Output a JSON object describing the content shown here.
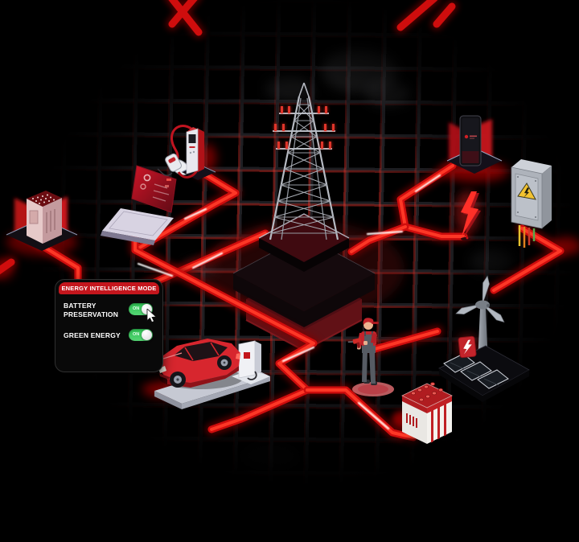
{
  "panel": {
    "header": "ENERGY INTELLIGENCE MODE",
    "toggles": [
      {
        "label": "BATTERY PRESERVATION",
        "state": "ON",
        "enabled": true
      },
      {
        "label": "GREEN ENERGY",
        "state": "ON",
        "enabled": true
      }
    ]
  },
  "colors": {
    "background": "#000000",
    "energy_line_red": "#cf0d0d",
    "energy_line_hot": "#ff3a28",
    "panel_header_red": "#c4161d",
    "panel_background": "#090909",
    "toggle_green": "#3ecb60",
    "grid_line": "#1f1f23",
    "warning_yellow": "#f2c230"
  },
  "diagram": {
    "type": "isometric-energy-network",
    "nodes": [
      {
        "id": "transmission-tower",
        "description": "lattice power pylon on layered dark-red platform, center"
      },
      {
        "id": "smart-meter-unit",
        "description": "red smart meter box with keypad on platform, top left"
      },
      {
        "id": "laptop-dashboard",
        "description": "laptop with red analytics screen and white mouse"
      },
      {
        "id": "ev-fast-charger",
        "description": "red/white charging column with cable and plug"
      },
      {
        "id": "smartphone",
        "description": "phone with energy app on glowing platform, top right"
      },
      {
        "id": "breaker-box",
        "description": "grey electrical cabinet with high-voltage warning and wires"
      },
      {
        "id": "lightning-bolt",
        "description": "red 3D lightning bolt marker"
      },
      {
        "id": "wind-turbine-solar",
        "description": "wind turbine with three-panel solar array and bolt badge"
      },
      {
        "id": "storage-battery",
        "description": "red/white battery unit with terminal caps"
      },
      {
        "id": "technician",
        "description": "worker in red cap and overalls holding a red tool"
      },
      {
        "id": "electric-car",
        "description": "red EV on platform beside white wallbox charger"
      }
    ],
    "connections": "glowing red power lines link every node to the central transmission tower"
  }
}
